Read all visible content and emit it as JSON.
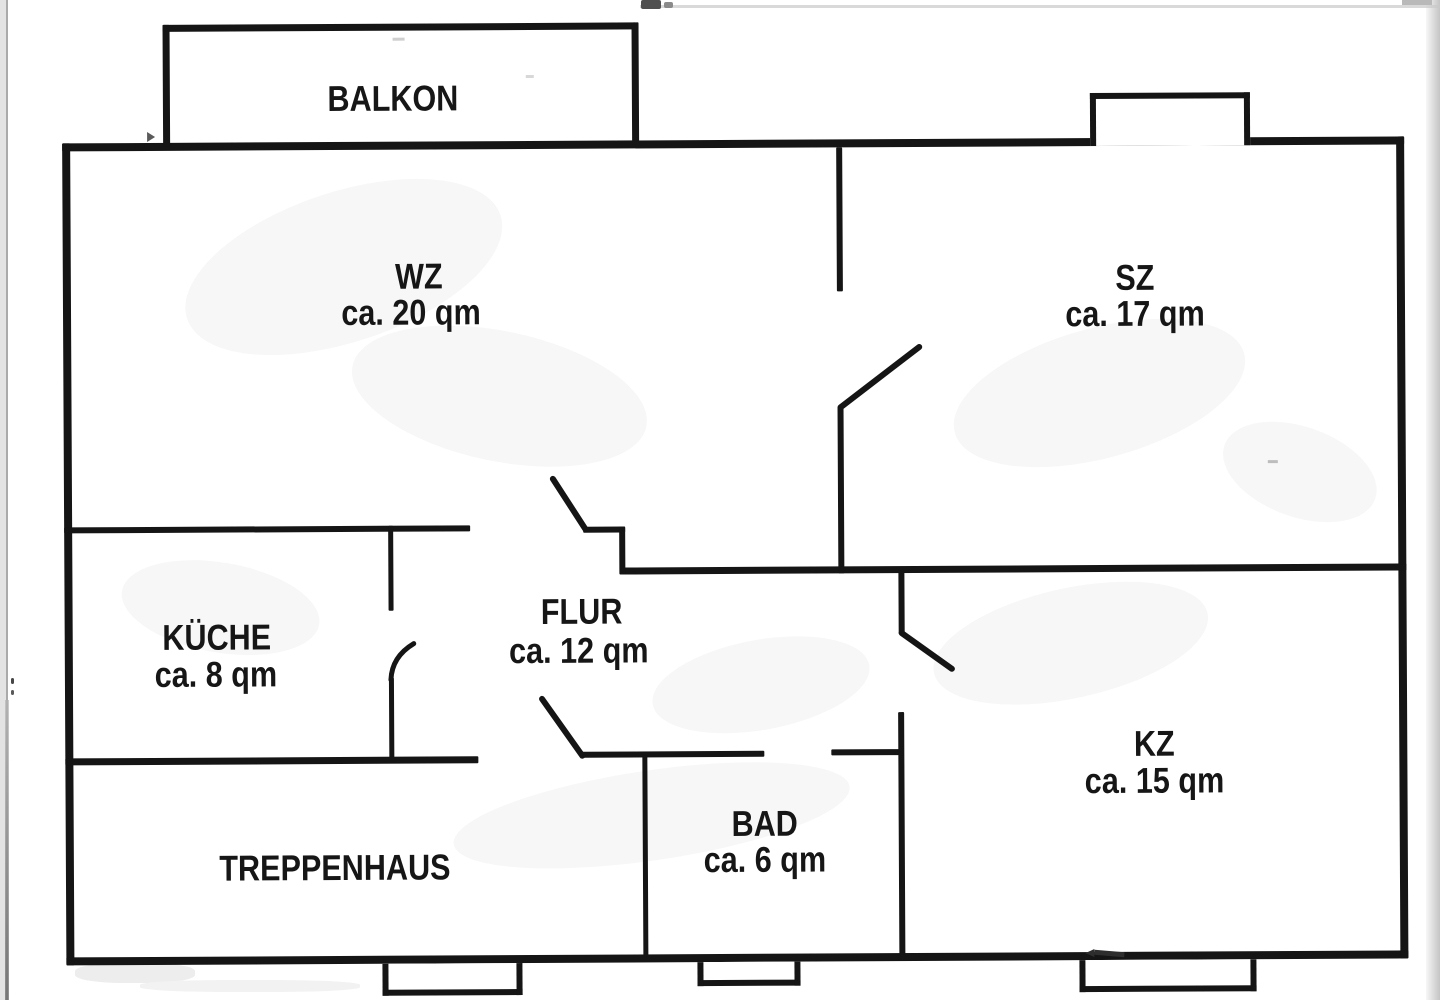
{
  "colors": {
    "ink": "#151515",
    "paper": "#ffffff",
    "text": "#161616"
  },
  "rooms": {
    "balkon": {
      "name": "BALKON"
    },
    "wz": {
      "name": "WZ",
      "area": "ca. 20 qm"
    },
    "sz": {
      "name": "SZ",
      "area": "ca. 17 qm"
    },
    "kueche": {
      "name": "KÜCHE",
      "area": "ca. 8 qm"
    },
    "flur": {
      "name": "FLUR",
      "area": "ca. 12 qm"
    },
    "bad": {
      "name": "BAD",
      "area": "ca. 6 qm"
    },
    "kz": {
      "name": "KZ",
      "area": "ca. 15 qm"
    },
    "treppenhaus": {
      "name": "TREPPENHAUS"
    }
  }
}
